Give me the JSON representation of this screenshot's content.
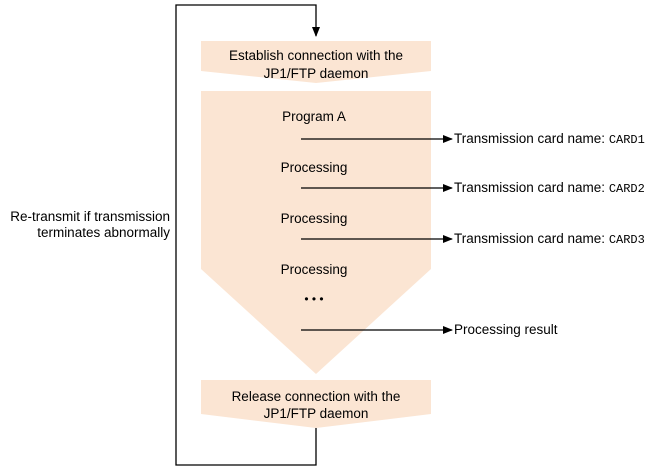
{
  "diagram": {
    "top_box": {
      "line1": "Establish connection with the",
      "line2": "JP1/FTP daemon"
    },
    "program_label": "Program A",
    "processing_labels": [
      "Processing",
      "Processing",
      "Processing"
    ],
    "ellipsis": "• • •",
    "outputs": [
      {
        "prefix": "Transmission card name: ",
        "card": "CARD1"
      },
      {
        "prefix": "Transmission card name: ",
        "card": "CARD2"
      },
      {
        "prefix": "Transmission card name: ",
        "card": "CARD3"
      }
    ],
    "result_label": "Processing result",
    "bottom_box": {
      "line1": "Release connection with the",
      "line2": "JP1/FTP daemon"
    },
    "loop_label": {
      "line1": "Re-transmit if transmission",
      "line2": "terminates abnormally"
    },
    "colors": {
      "shape_fill": "#fbe5d3",
      "line": "#000000"
    }
  }
}
